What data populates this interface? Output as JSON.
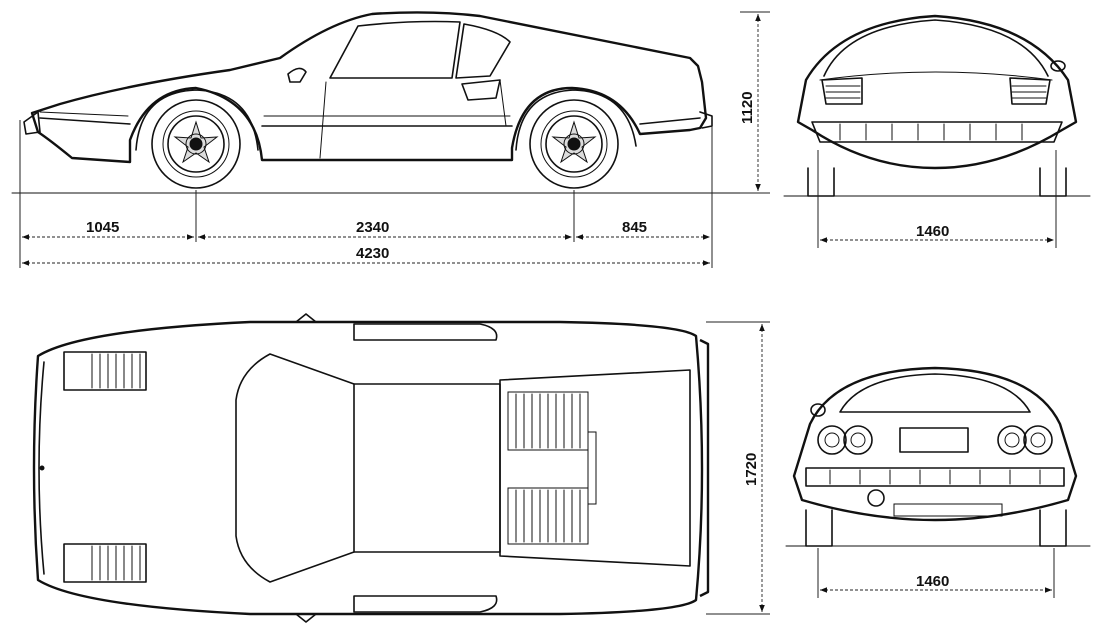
{
  "dimensions": {
    "front_overhang": "1045",
    "wheelbase": "2340",
    "rear_overhang": "845",
    "overall_length": "4230",
    "height": "1120",
    "front_track": "1460",
    "width": "1720",
    "rear_track": "1460"
  },
  "views": {
    "side": "side-view",
    "front": "front-view",
    "top": "top-view",
    "rear": "rear-view"
  }
}
